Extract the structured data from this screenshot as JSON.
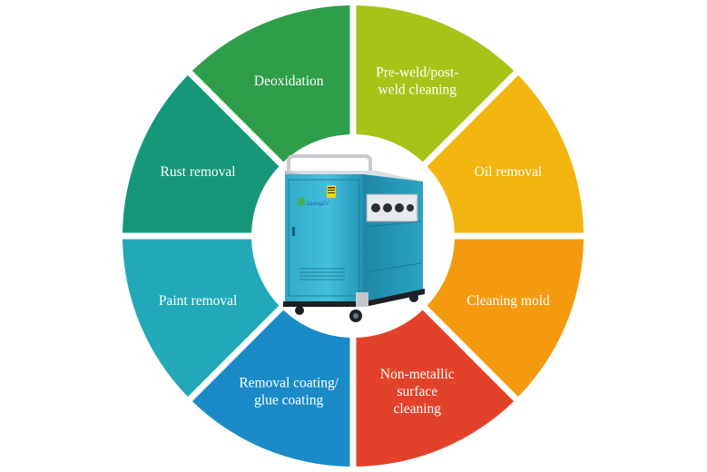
{
  "segments": [
    {
      "id": "deoxidation",
      "lines": [
        "Deoxidation"
      ],
      "color": "#2e9e4a"
    },
    {
      "id": "pre-weld",
      "lines": [
        "Pre-weld/post-",
        "weld cleaning"
      ],
      "color": "#a8c317"
    },
    {
      "id": "oil-removal",
      "lines": [
        "Oil removal"
      ],
      "color": "#f2b50f"
    },
    {
      "id": "cleaning-mold",
      "lines": [
        "Cleaning mold"
      ],
      "color": "#f39a0f"
    },
    {
      "id": "non-metallic",
      "lines": [
        "Non-metallic",
        "surface",
        "cleaning"
      ],
      "color": "#e3422a"
    },
    {
      "id": "removal-coating",
      "lines": [
        "Removal coating/",
        "glue coating"
      ],
      "color": "#1a8bc7"
    },
    {
      "id": "paint-removal",
      "lines": [
        "Paint removal"
      ],
      "color": "#21a9b8"
    },
    {
      "id": "rust-removal",
      "lines": [
        "Rust removal"
      ],
      "color": "#16977a"
    }
  ],
  "machine": {
    "brand": "LeangZV"
  }
}
